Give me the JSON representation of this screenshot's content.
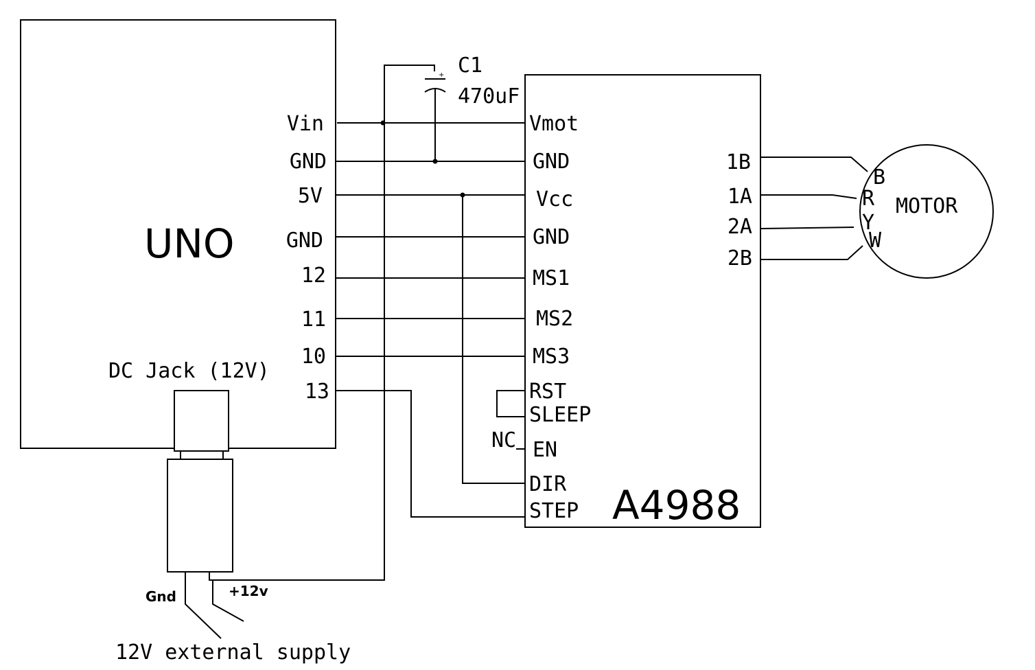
{
  "uno": {
    "name": "UNO",
    "pins": {
      "vin": "Vin",
      "gnd1": "GND",
      "v5": "5V",
      "gnd2": "GND",
      "p12": "12",
      "p11": "11",
      "p10": "10",
      "p13": "13"
    },
    "dc_jack": "DC Jack (12V)"
  },
  "capacitor": {
    "ref": "C1",
    "value": "470uF",
    "polarity": "+"
  },
  "driver": {
    "name": "A4988",
    "pins": {
      "vmot": "Vmot",
      "gnd1": "GND",
      "vcc": "Vcc",
      "gnd2": "GND",
      "ms1": "MS1",
      "ms2": "MS2",
      "ms3": "MS3",
      "rst": "RST",
      "sleep": "SLEEP",
      "en": "EN",
      "dir": "DIR",
      "step": "STEP",
      "b1": "1B",
      "a1": "1A",
      "a2": "2A",
      "b2": "2B"
    },
    "nc": "NC"
  },
  "motor": {
    "name": "MOTOR",
    "wires": [
      "B",
      "R",
      "Y",
      "W"
    ]
  },
  "supply": {
    "gnd": "Gnd",
    "pos": "+12v",
    "caption": "12V external supply"
  }
}
